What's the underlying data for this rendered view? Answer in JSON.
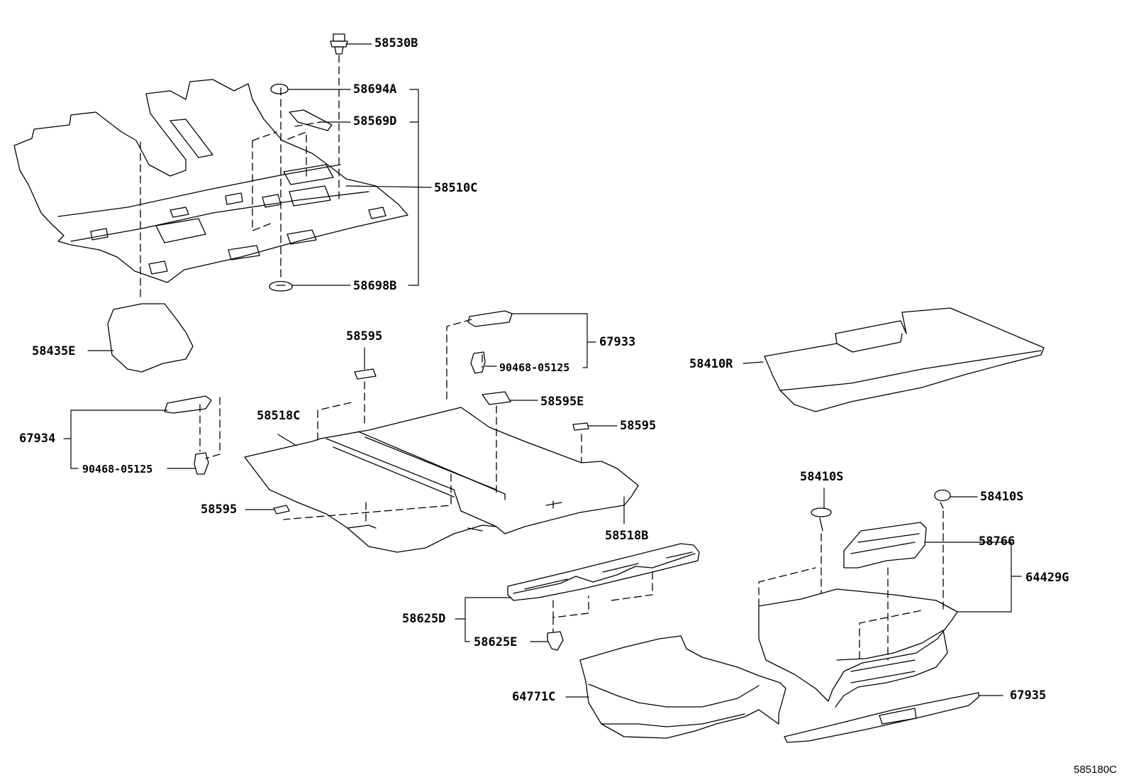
{
  "diagram": {
    "reference": "585180C",
    "parts": {
      "p58530B": "58530B",
      "p58694A": "58694A",
      "p58569D": "58569D",
      "p58510C": "58510C",
      "p58698B": "58698B",
      "p58435E": "58435E",
      "p58595_top": "58595",
      "p67933": "67933",
      "p90468_top": "90468-05125",
      "p58410R": "58410R",
      "p58595E": "58595E",
      "p58595_right": "58595",
      "p58518C": "58518C",
      "p67934": "67934",
      "p90468_left": "90468-05125",
      "p58595_left": "58595",
      "p58518B": "58518B",
      "p58410S_left": "58410S",
      "p58410S_right": "58410S",
      "p58766": "58766",
      "p64429G": "64429G",
      "p58625D": "58625D",
      "p58625E": "58625E",
      "p64771C": "64771C",
      "p67935": "67935"
    }
  }
}
